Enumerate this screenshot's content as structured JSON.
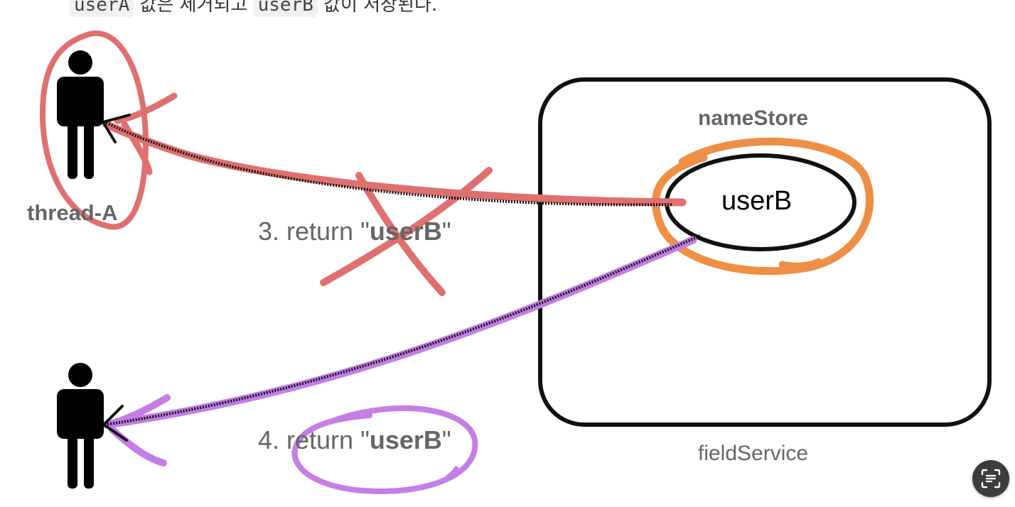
{
  "caption": {
    "code_a": "userA",
    "text_a": " 값은 제거되고 ",
    "code_b": "userB",
    "text_b": " 값이 저장된다."
  },
  "labels": {
    "thread_a": "thread-A",
    "store_name": "nameStore",
    "store_value": "userB",
    "service": "fieldService",
    "step3_prefix": "3. return \"",
    "step3_value": "userB",
    "step3_suffix": "\"",
    "step4_prefix": "4. return \"",
    "step4_value": "userB",
    "step4_suffix": "\""
  },
  "colors": {
    "red_annotation": "#e07070",
    "orange_annotation": "#ee8f45",
    "purple_annotation": "#c47ee6",
    "ink": "#111111",
    "label_gray": "#666666"
  },
  "icons": {
    "lens": "text-scan-icon"
  }
}
